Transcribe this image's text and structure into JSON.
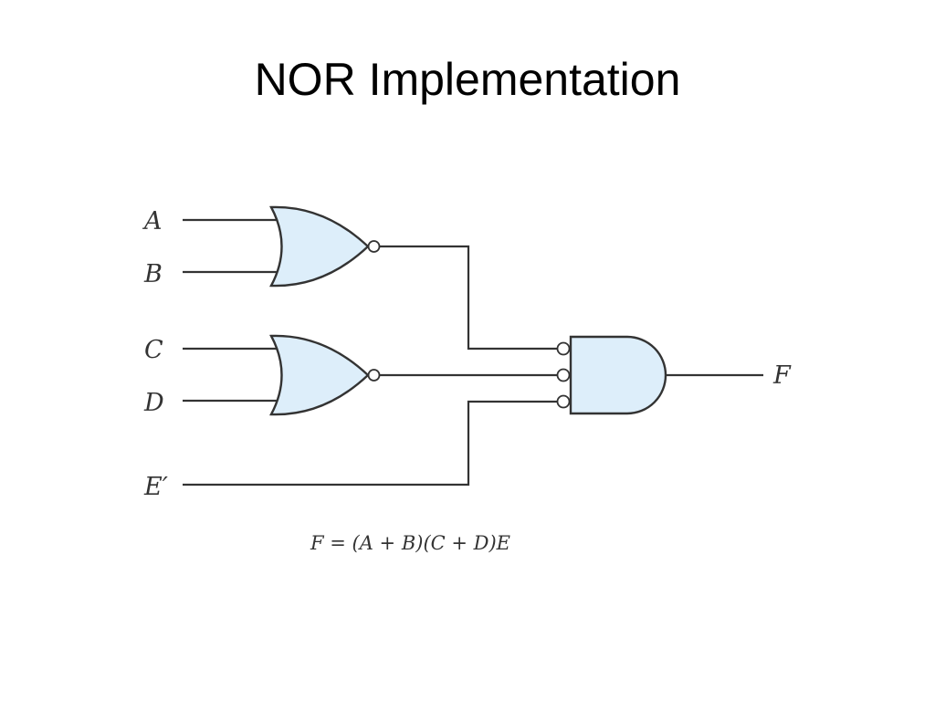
{
  "slide": {
    "title": "NOR Implementation"
  },
  "diagram": {
    "inputs": [
      "A",
      "B",
      "C",
      "D",
      "E′"
    ],
    "output": "F",
    "gates": [
      {
        "type": "nor",
        "inputs": [
          "A",
          "B"
        ]
      },
      {
        "type": "nor",
        "inputs": [
          "C",
          "D"
        ]
      },
      {
        "type": "and-with-inverted-inputs",
        "inputs": [
          "nor1",
          "nor2",
          "E′"
        ],
        "output": "F"
      }
    ],
    "equation": "F = (A + B)(C + D)E"
  },
  "colors": {
    "gate_fill": "#ddeefa",
    "line": "#333333",
    "title": "#000000"
  }
}
